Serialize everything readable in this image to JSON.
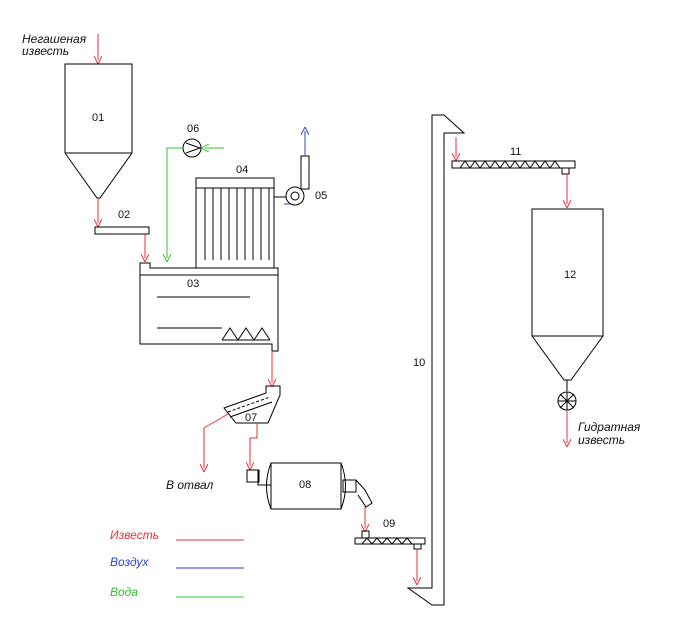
{
  "labels": {
    "input_line1": "Негашеная",
    "input_line2": "известь",
    "output_line1": "Гидратная",
    "output_line2": "известь",
    "waste": "В отвал"
  },
  "equipment": {
    "e01": "01",
    "e02": "02",
    "e03": "03",
    "e04": "04",
    "e05": "05",
    "e06": "06",
    "e07": "07",
    "e08": "08",
    "e09": "09",
    "e10": "10",
    "e11": "11",
    "e12": "12"
  },
  "legend": {
    "lime": "Известь",
    "air": "Воздух",
    "water": "Вода"
  },
  "colors": {
    "lime": "#e8323c",
    "air": "#2a46d8",
    "water": "#2fc42f",
    "equipment": "#000000"
  }
}
